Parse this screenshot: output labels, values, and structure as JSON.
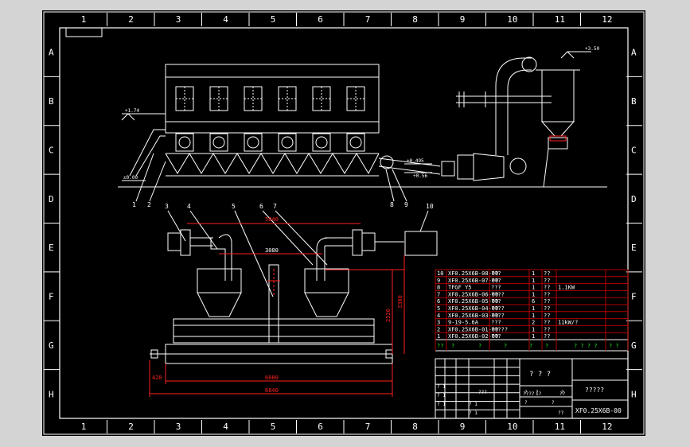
{
  "frame": {
    "col_numbers": [
      "1",
      "2",
      "3",
      "4",
      "5",
      "6",
      "7",
      "8",
      "9",
      "10",
      "11",
      "12"
    ],
    "row_letters": [
      "A",
      "B",
      "C",
      "D",
      "E",
      "F",
      "G",
      "H"
    ]
  },
  "elevation": {
    "level_top_right": "+3.50",
    "level_left": "+1.74",
    "level_ground": "±0.00",
    "level_mid": "+0.495",
    "level_low": "+0.56",
    "callouts": [
      "1",
      "2",
      "8",
      "9"
    ]
  },
  "plan": {
    "callouts": [
      "3",
      "4",
      "5",
      "6",
      "7",
      "10"
    ],
    "dim_top": "5840",
    "dim_mid": "3080",
    "dim_vert_inner": "2520",
    "dim_vert_outer": "3300",
    "dim_bottom_left": "420",
    "dim_bottom_inner": "6080",
    "dim_bottom_total": "6840"
  },
  "parts_list": [
    {
      "no": "10",
      "code": "XF0.25X6B-08-00",
      "name": "???",
      "qty": "1",
      "mat": "??",
      "note": ""
    },
    {
      "no": "9",
      "code": "XF0.25X6B-07-00",
      "name": "???",
      "qty": "1",
      "mat": "??",
      "note": ""
    },
    {
      "no": "8",
      "code": "TFGF Y5",
      "name": "???",
      "qty": "1",
      "mat": "??",
      "note": "1.1KW"
    },
    {
      "no": "7",
      "code": "XF0.25X6B-06-00",
      "name": "????",
      "qty": "1",
      "mat": "??",
      "note": ""
    },
    {
      "no": "6",
      "code": "XF0.25X6B-05-00",
      "name": "???",
      "qty": "6",
      "mat": "??",
      "note": ""
    },
    {
      "no": "5",
      "code": "XF0.25X6B-04-00",
      "name": "????",
      "qty": "1",
      "mat": "??",
      "note": ""
    },
    {
      "no": "4",
      "code": "XF0.25X6B-03-00",
      "name": "????",
      "qty": "1",
      "mat": "??",
      "note": ""
    },
    {
      "no": "3",
      "code": "9-19-5.6A",
      "name": "???",
      "qty": "2",
      "mat": "??",
      "note": "11kW/?"
    },
    {
      "no": "2",
      "code": "XF0.25X6B-01-00",
      "name": "?????",
      "qty": "1",
      "mat": "??",
      "note": ""
    },
    {
      "no": "1",
      "code": "XF0.25X6B-02-00",
      "name": "???",
      "qty": "1",
      "mat": "??",
      "note": ""
    }
  ],
  "parts_header": [
    "??",
    "?",
    "?",
    "?",
    "?",
    "?",
    "? ? ? ?",
    "? ?"
  ],
  "title_block": {
    "title": "? ? ?",
    "company": "?????",
    "drawing_no": "XF0.25X6B-00",
    "scale_label": "1 : 1",
    "sheet": "1",
    "cells": [
      "? 1",
      "? 1",
      "? 1",
      "???",
      "? 1",
      "? 1",
      "?",
      "?",
      "?",
      "?",
      "?",
      "????",
      "1?",
      "??",
      "??"
    ]
  },
  "colors": {
    "frame_white": "#ffffff",
    "dim_red": "#ff2020",
    "table_grid": "#b00000",
    "text_green": "#20e020",
    "bg": "#000000"
  }
}
